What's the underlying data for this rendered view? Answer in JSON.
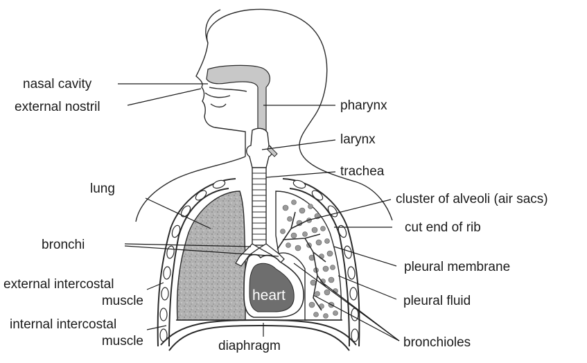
{
  "labels": {
    "nasal_cavity": "nasal cavity",
    "external_nostril": "external nostril",
    "pharynx": "pharynx",
    "larynx": "larynx",
    "trachea": "trachea",
    "lung": "lung",
    "alveoli": "cluster of alveoli (air sacs)",
    "rib": "cut end of rib",
    "bronchi": "bronchi",
    "pleural_membrane": "pleural membrane",
    "ext_intercostal_1": "external intercostal",
    "ext_intercostal_2": "muscle",
    "heart": "heart",
    "pleural_fluid": "pleural fluid",
    "int_intercostal_1": "internal intercostal",
    "int_intercostal_2": "muscle",
    "diaphragm": "diaphragm",
    "bronchioles": "bronchioles"
  },
  "colors": {
    "ink": "#1a1a1a",
    "lung_fill": "#a9a9a9",
    "heart_fill": "#6e6e6e",
    "cavity_fill": "#c8c8c8",
    "alveoli_fill": "#9a9a9a"
  }
}
